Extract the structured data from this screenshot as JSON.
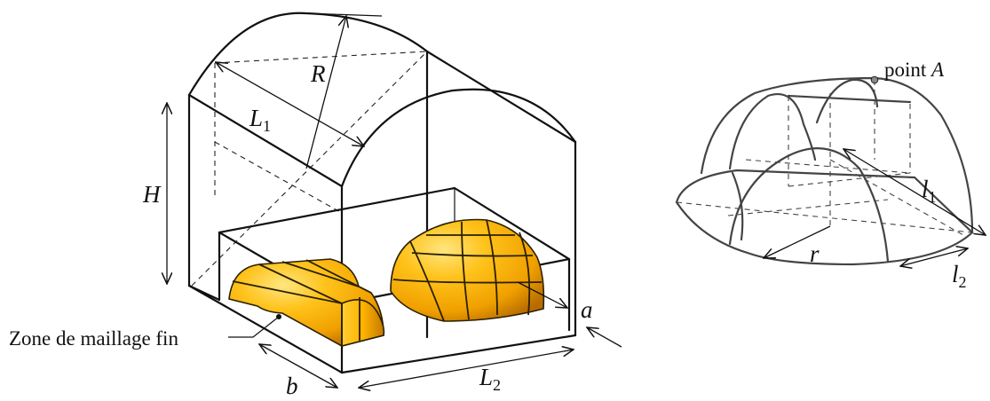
{
  "labels": {
    "R": "R",
    "L1": "L",
    "L1_sub": "1",
    "H": "H",
    "a": "a",
    "b": "b",
    "L2": "L",
    "L2_sub": "2",
    "zone": "Zone de maillage fin",
    "point_prefix": "point ",
    "point_name": "A",
    "l1": "l",
    "l1_sub": "1",
    "r": "r",
    "l2": "l",
    "l2_sub": "2"
  },
  "colors": {
    "dome_light": "#ffd84a",
    "dome_mid": "#f5a400",
    "dome_dark": "#b86c00"
  }
}
